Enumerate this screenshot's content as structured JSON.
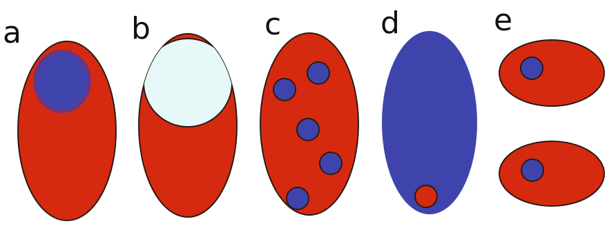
{
  "colors": {
    "red": "#d62a10",
    "blue": "#3f44ad",
    "pale": "#e6f8f8",
    "outline": "#2a1a12",
    "background": "#ffffff"
  },
  "panels": [
    {
      "label": "a"
    },
    {
      "label": "b"
    },
    {
      "label": "c"
    },
    {
      "label": "d"
    },
    {
      "label": "e"
    }
  ]
}
